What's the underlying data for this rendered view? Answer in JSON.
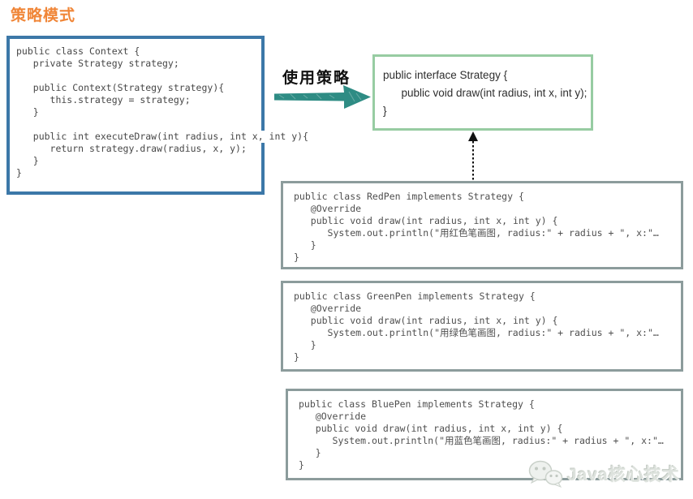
{
  "title": "策略模式",
  "use_strategy_label": "使用策略",
  "context_box": {
    "lines": [
      "public class Context {",
      "   private Strategy strategy;",
      "",
      "   public Context(Strategy strategy){",
      "      this.strategy = strategy;",
      "   }",
      "",
      "   public int executeDraw(int radius, int x, int y){",
      "      return strategy.draw(radius, x, y);",
      "   }",
      "}"
    ]
  },
  "strategy_box": {
    "lines": [
      "public interface Strategy {",
      "      public void draw(int radius, int x, int y);",
      "}"
    ]
  },
  "red_pen_box": {
    "lines": [
      "public class RedPen implements Strategy {",
      "   @Override",
      "   public void draw(int radius, int x, int y) {",
      "      System.out.println(\"用红色笔画图, radius:\" + radius + \", x:\"…",
      "   }",
      "}"
    ]
  },
  "green_pen_box": {
    "lines": [
      "public class GreenPen implements Strategy {",
      "   @Override",
      "   public void draw(int radius, int x, int y) {",
      "      System.out.println(\"用绿色笔画图, radius:\" + radius + \", x:\"…",
      "   }",
      "}"
    ]
  },
  "blue_pen_box": {
    "lines": [
      "public class BluePen implements Strategy {",
      "   @Override",
      "   public void draw(int radius, int x, int y) {",
      "      System.out.println(\"用蓝色笔画图, radius:\" + radius + \", x:\"…",
      "   }",
      "}"
    ]
  },
  "watermark": {
    "text": "Java核心技术",
    "icon": "wechat-icon"
  },
  "colors": {
    "title_orange": "#F08638",
    "context_border_blue": "#3C78A8",
    "strategy_border_green": "#97CCA2",
    "pen_border_gray": "#8C9C9C",
    "arrow_teal": "#2E8C84"
  }
}
